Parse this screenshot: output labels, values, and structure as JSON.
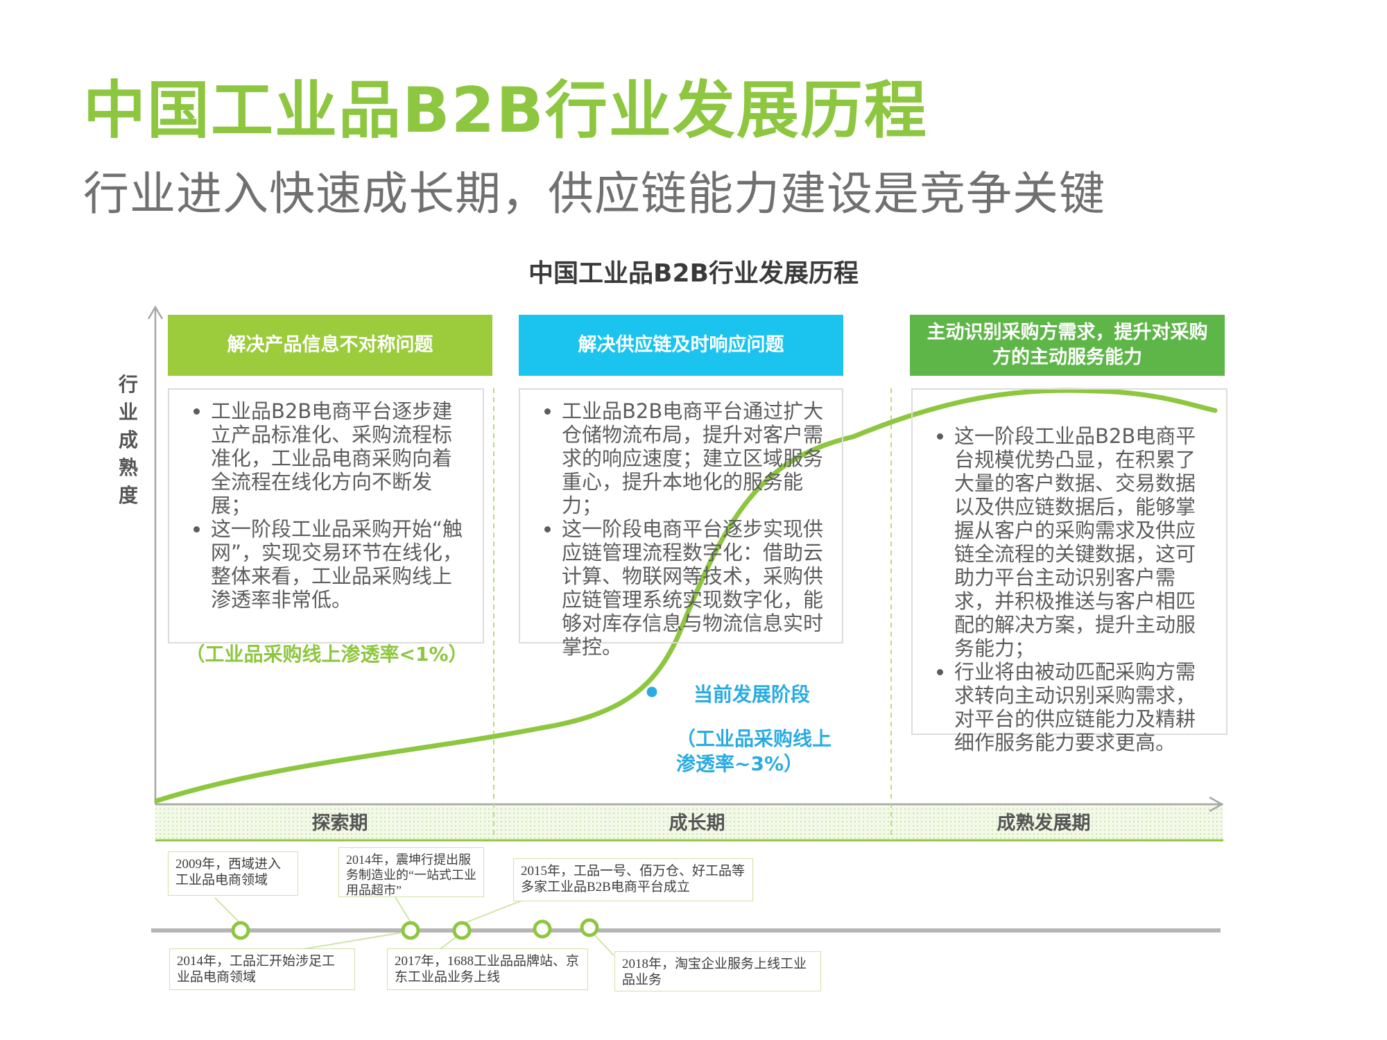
{
  "header": {
    "title": "中国工业品B2B行业发展历程",
    "subtitle": "行业进入快速成长期，供应链能力建设是竞争关键"
  },
  "chart": {
    "title": "中国工业品B2B行业发展历程",
    "y_axis_label": "行业成熟度",
    "colors": {
      "green": "#8dc63f",
      "blue": "#29abe2",
      "dark_green": "#5eb648",
      "grey": "#b0b0b0"
    }
  },
  "stages": [
    {
      "name": "探索期",
      "header": "解决产品信息不对称问题",
      "bullets": [
        "工业品B2B电商平台逐步建立产品标准化、采购流程标准化，工业品电商采购向着全流程在线化方向不断发展；",
        "这一阶段工业品采购开始“触网”，实现交易环节在线化，整体来看，工业品采购线上渗透率非常低。"
      ],
      "note": "（工业品采购线上渗透率<1%）"
    },
    {
      "name": "成长期",
      "header": "解决供应链及时响应问题",
      "bullets": [
        "工业品B2B电商平台通过扩大仓储物流布局，提升对客户需求的响应速度；建立区域服务重心，提升本地化的服务能力；",
        "这一阶段电商平台逐步实现供应链管理流程数字化：借助云计算、物联网等技术，采购供应链管理系统实现数字化，能够对库存信息与物流信息实时掌控。"
      ]
    },
    {
      "name": "成熟发展期",
      "header": "主动识别采购方需求，提升对采购方的主动服务能力",
      "bullets": [
        "这一阶段工业品B2B电商平台规模优势凸显，在积累了大量的客户数据、交易数据以及供应链数据后，能够掌握从客户的采购需求及供应链全流程的关键数据，这可助力平台主动识别客户需求，并积极推送与客户相匹配的解决方案，提升主动服务能力；",
        "行业将由被动匹配采购方需求转向主动识别采购需求，对平台的供应链能力及精耕细作服务能力要求更高。"
      ]
    }
  ],
  "current_stage": {
    "label": "当前发展阶段",
    "rate": "（工业品采购线上渗透率~3%）"
  },
  "timeline": {
    "events": [
      {
        "text": "2009年，西域进入工业品电商领域"
      },
      {
        "text": "2014年，震坤行提出服务制造业的“一站式工业用品超市”"
      },
      {
        "text": "2015年，工品一号、佰万仓、好工品等多家工业品B2B电商平台成立"
      },
      {
        "text": "2014年，工品汇开始涉足工业品电商领域"
      },
      {
        "text": "2017年，1688工业品品牌站、京东工业品业务上线"
      },
      {
        "text": "2018年，淘宝企业服务上线工业品业务"
      }
    ]
  }
}
